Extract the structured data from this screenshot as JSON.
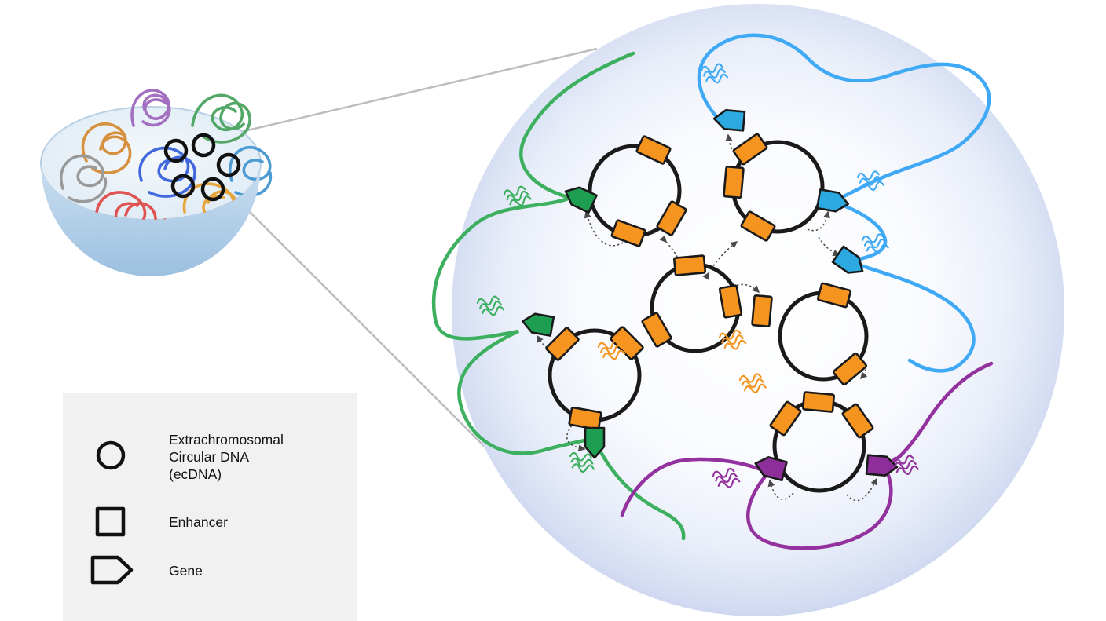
{
  "legend": {
    "items": [
      {
        "shape": "circle",
        "icon": "ecdna-circle-icon",
        "lines": [
          "Extrachromosomal",
          "Circular DNA",
          "(ecDNA)"
        ]
      },
      {
        "shape": "square",
        "icon": "enhancer-square-icon",
        "lines": [
          "Enhancer"
        ]
      },
      {
        "shape": "pentagon",
        "icon": "gene-pentagon-icon",
        "lines": [
          "Gene"
        ]
      }
    ]
  },
  "colors": {
    "enhancer": "#F5941F",
    "gene_green": "#1E9E50",
    "gene_blue": "#2BA9E0",
    "gene_purple": "#8E2E9B",
    "fiber_green": "#3DB060",
    "fiber_blue": "#3FA9F5",
    "fiber_purple": "#93329E",
    "chr_purple": "#A36FC0",
    "chr_green": "#53A868",
    "chr_orange": "#D6913E",
    "chr_blue": "#4169DC",
    "chr_gray": "#9A9A9A",
    "chr_red": "#E05353",
    "chr_amber": "#E5A53F",
    "chr_teal": "#4E9BD4",
    "cell_edge": "#C2CDEA",
    "ecdna_stroke": "#1A1A1A"
  }
}
